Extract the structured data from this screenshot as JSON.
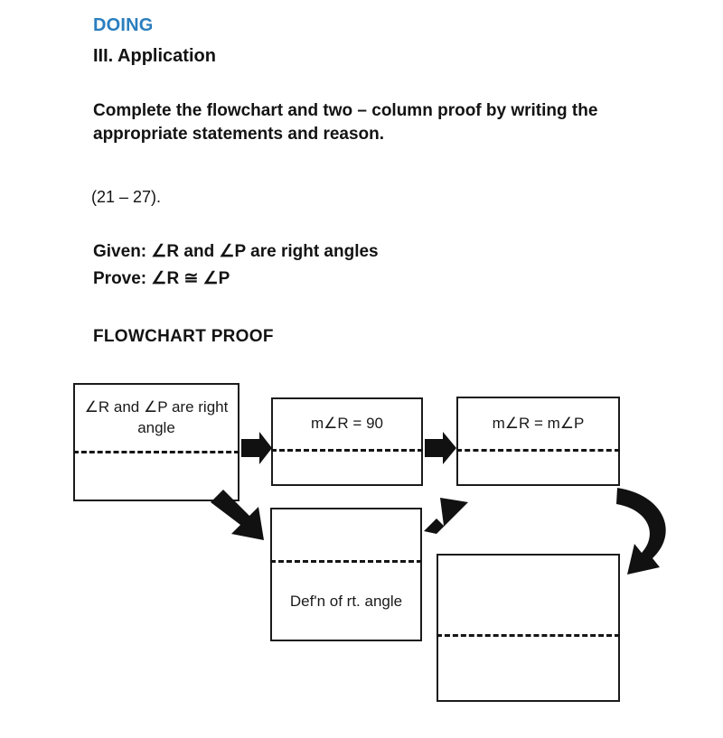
{
  "header": {
    "doing_label": "DOING",
    "section_title": "III. Application",
    "instruction": "Complete the flowchart and two – column proof by writing the appropriate statements and reason.",
    "item_range": "(21 – 27).",
    "given": "Given: ∠R and ∠P are right angles",
    "prove": "Prove: ∠R ≅ ∠P",
    "flowchart_label": "FLOWCHART PROOF"
  },
  "colors": {
    "accent_blue": "#2a7ebf",
    "text_black": "#131313",
    "box_border": "#1b1b1b",
    "arrow_fill": "#111111"
  },
  "flowchart": {
    "boxes": [
      {
        "id": "box1",
        "statement": "∠R and ∠P are right angle",
        "reason": ""
      },
      {
        "id": "box2",
        "statement": "m∠R = 90",
        "reason": ""
      },
      {
        "id": "box3",
        "statement": "m∠R = m∠P",
        "reason": ""
      },
      {
        "id": "box4",
        "statement": "",
        "reason": "Def'n of rt. angle"
      },
      {
        "id": "box5",
        "statement": "",
        "reason": ""
      }
    ],
    "arrows": [
      {
        "name": "arrow-box1-to-box2",
        "shape": "right-block-arrow"
      },
      {
        "name": "arrow-box2-to-box3",
        "shape": "right-block-arrow"
      },
      {
        "name": "arrow-box1-to-box4",
        "shape": "diagonal-down-right-arrow"
      },
      {
        "name": "arrow-box4-to-box3",
        "shape": "diagonal-up-right-arrow"
      },
      {
        "name": "arrow-box3-to-box5",
        "shape": "curved-down-left-arrow"
      }
    ]
  }
}
